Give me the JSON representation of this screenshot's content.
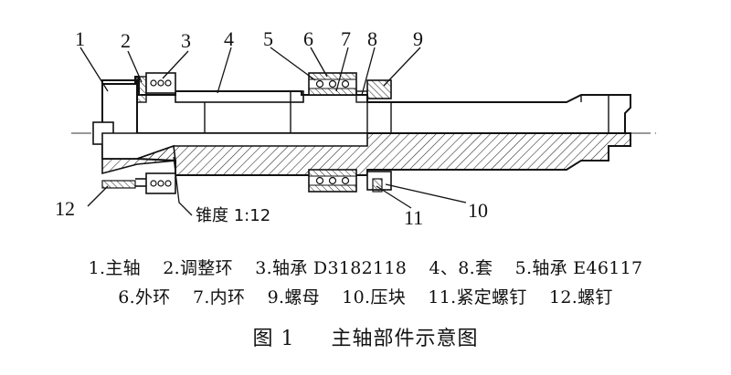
{
  "callouts": [
    "1",
    "2",
    "3",
    "4",
    "5",
    "6",
    "7",
    "8",
    "9",
    "10",
    "11",
    "12"
  ],
  "taper_label": "锥度 1:12",
  "legend": {
    "line1": [
      "1.主轴",
      "2.调整环",
      "3.轴承 D3182118",
      "4、8.套",
      "5.轴承 E46117"
    ],
    "line2": [
      "6.外环",
      "7.内环",
      "9.螺母",
      "10.压块",
      "11.紧定螺钉",
      "12.螺钉"
    ]
  },
  "caption": {
    "number": "图 1",
    "title": "主轴部件示意图"
  }
}
